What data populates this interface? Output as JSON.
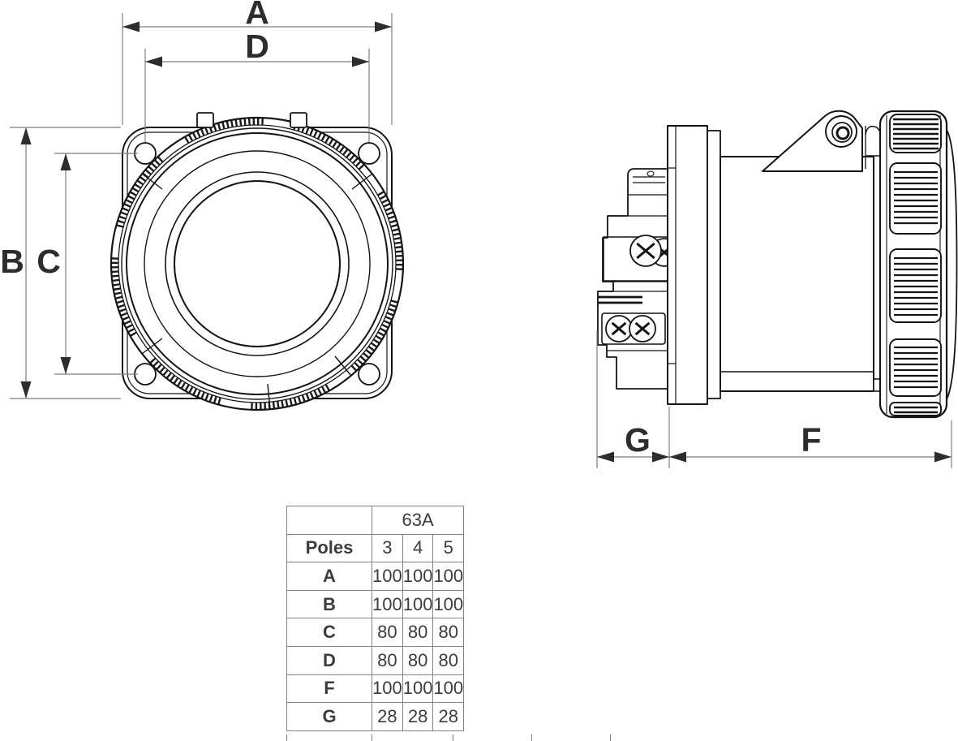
{
  "dimensions": {
    "a": "A",
    "b": "B",
    "c": "C",
    "d": "D",
    "f": "F",
    "g": "G"
  },
  "table": {
    "amperage_header": "63A",
    "poles_label": "Poles",
    "pole_counts": [
      "3",
      "4",
      "5"
    ],
    "rows": [
      {
        "label": "A",
        "values": [
          "100",
          "100",
          "100"
        ]
      },
      {
        "label": "B",
        "values": [
          "100",
          "100",
          "100"
        ]
      },
      {
        "label": "C",
        "values": [
          "80",
          "80",
          "80"
        ]
      },
      {
        "label": "D",
        "values": [
          "80",
          "80",
          "80"
        ]
      },
      {
        "label": "F",
        "values": [
          "100",
          "100",
          "100"
        ]
      },
      {
        "label": "G",
        "values": [
          "28",
          "28",
          "28"
        ]
      }
    ]
  },
  "colors": {
    "background": "#ffffff",
    "drawing_line": "#141414",
    "dimension_line": "#7e7e7e",
    "dimension_text": "#2d2d2d",
    "table_border": "#828282",
    "table_text": "#3c3c3c"
  }
}
